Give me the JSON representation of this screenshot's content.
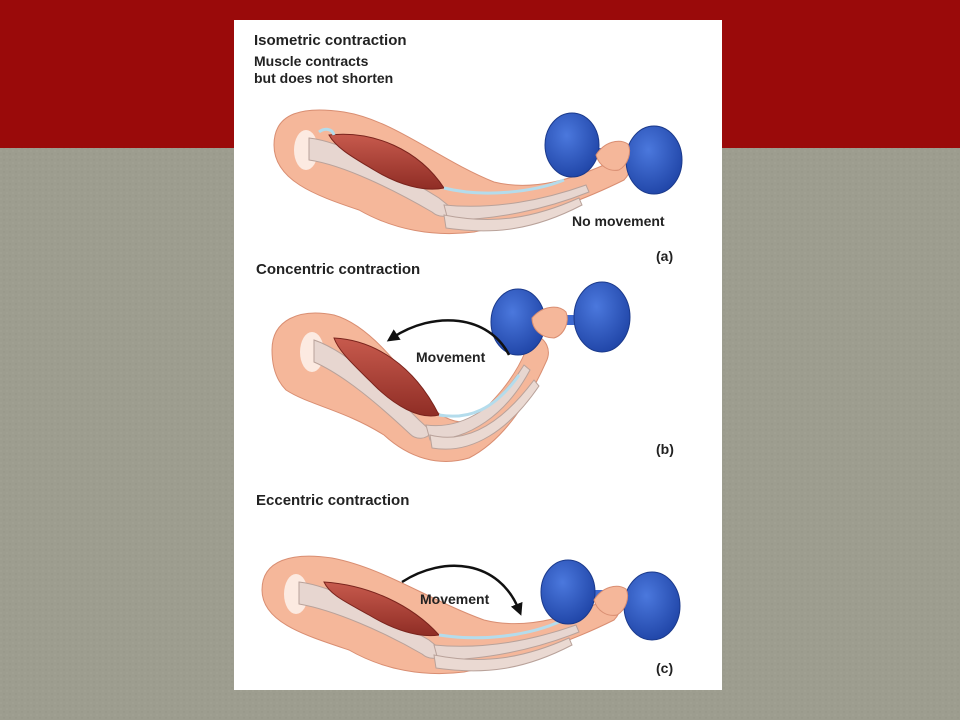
{
  "slide": {
    "colors": {
      "banner": "#9a0a0a",
      "background": "#9c9c8e",
      "panel": "#ffffff"
    }
  },
  "figure": {
    "colors": {
      "skin": "#f5b79a",
      "bone": "#e7d6d0",
      "muscle": "#b8443a",
      "tendon": "#b4dcec",
      "weight": "#2f5bc4",
      "arrow": "#111111"
    },
    "panels": [
      {
        "id": "a",
        "title": "Isometric contraction",
        "subtitle_lines": [
          "Muscle contracts",
          "but does not shorten"
        ],
        "note": "No movement",
        "panel_label": "(a)"
      },
      {
        "id": "b",
        "title": "Concentric contraction",
        "movement_label": "Movement",
        "panel_label": "(b)"
      },
      {
        "id": "c",
        "title": "Eccentric contraction",
        "movement_label": "Movement",
        "panel_label": "(c)"
      }
    ]
  }
}
